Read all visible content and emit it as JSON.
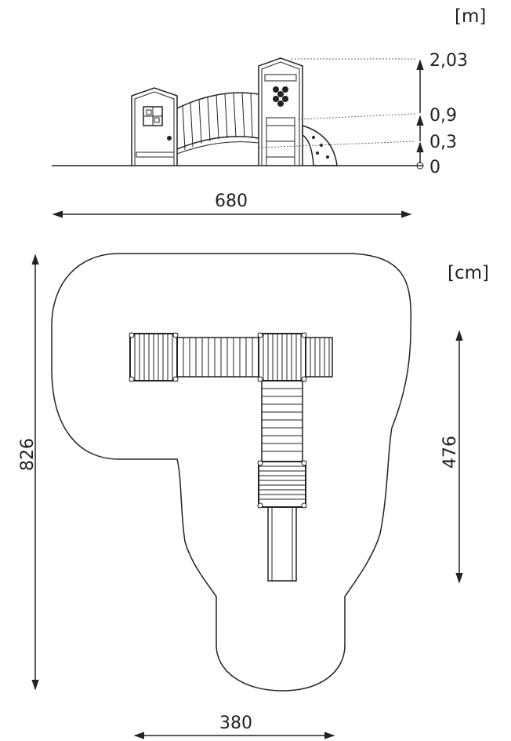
{
  "side_view": {
    "unit": "[m]",
    "height_labels": [
      "2,03",
      "0,9",
      "0,3",
      "0"
    ],
    "width_label": "680"
  },
  "plan_view": {
    "unit": "[cm]",
    "height_label": "826",
    "inner_height_label": "476",
    "width_label": "380"
  }
}
